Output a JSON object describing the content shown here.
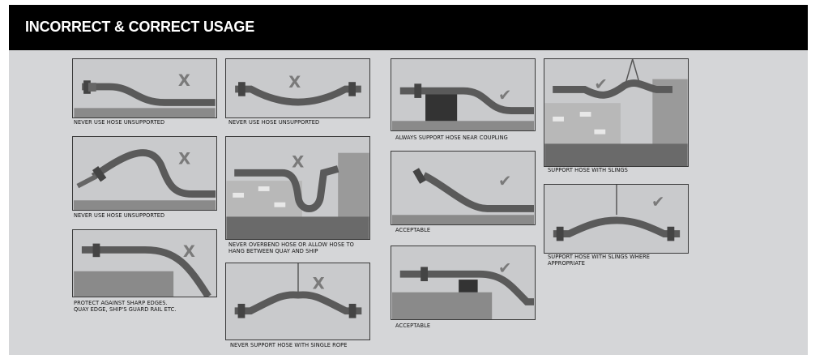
{
  "header": {
    "title": "INCORRECT & CORRECT USAGE"
  },
  "marks": {
    "incorrect": "X",
    "correct": "✔"
  },
  "captions": {
    "p1": "NEVER USE HOSE UNSUPPORTED",
    "p2": "NEVER USE HOSE UNSUPPORTED",
    "p3": "ALWAYS SUPPORT HOSE NEAR COUPLING",
    "p4": "SUPPORT HOSE WITH SLINGS",
    "p5": "NEVER USE HOSE UNSUPPORTED",
    "p6a": "NEVER OVERBEND HOSE OR ALLOW HOSE TO",
    "p6b": "HANG BETWEEN QUAY AND SHIP",
    "p7": "ACCEPTABLE",
    "p8a": "SUPPORT HOSE WITH SLINGS WHERE",
    "p8b": "APPROPRIATE",
    "p9a": "PROTECT AGAINST SHARP EDGES.",
    "p9b": "QUAY EDGE, SHIP'S GUARD RAIL ETC.",
    "p10": "ACCEPTABLE",
    "p11": "NEVER SUPPORT HOSE WITH SINGLE ROPE"
  }
}
